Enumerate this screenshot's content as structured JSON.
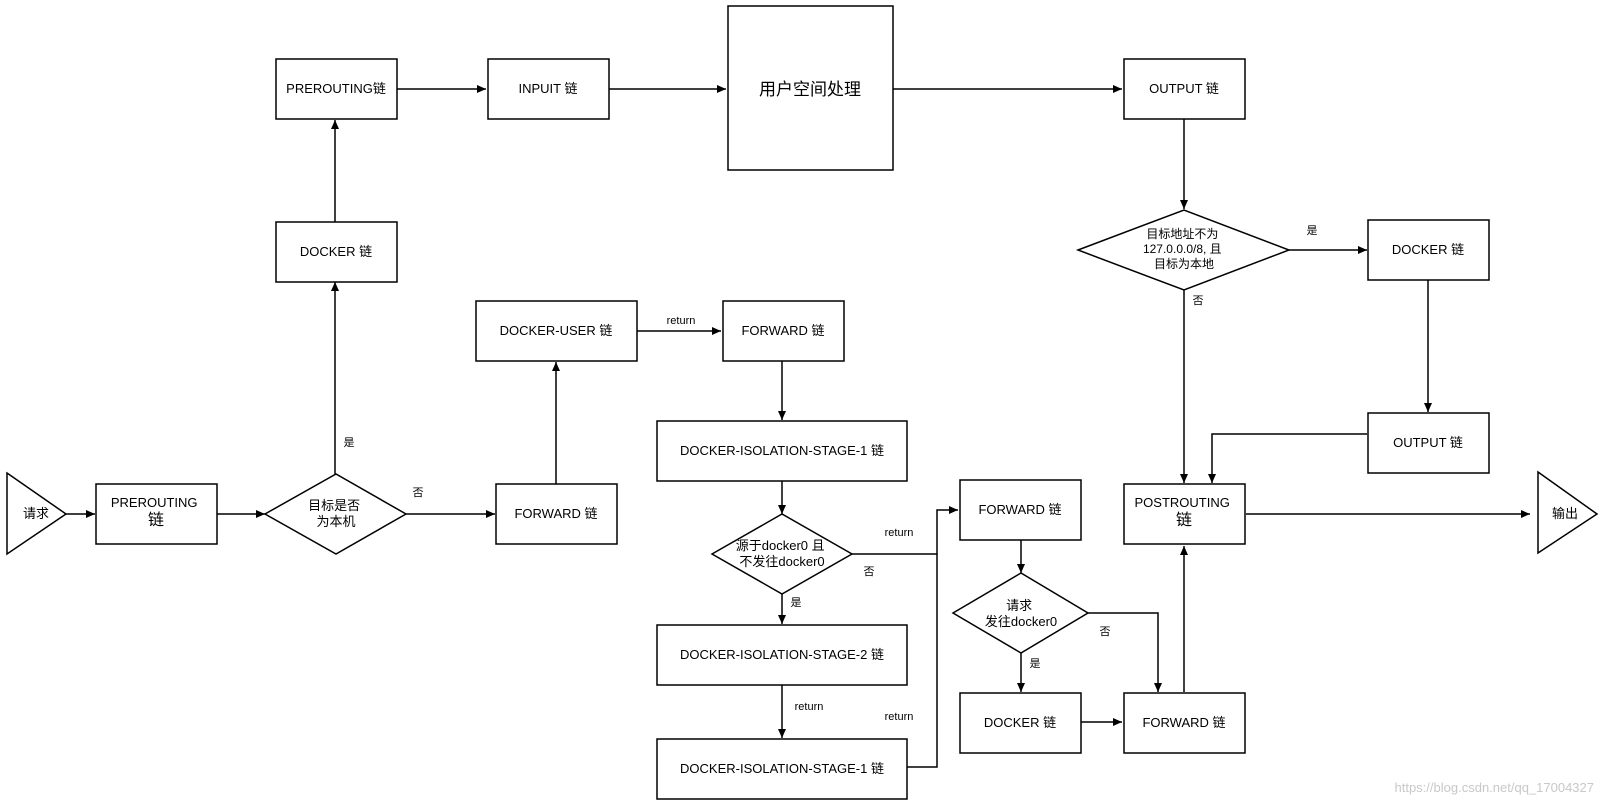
{
  "nodes": {
    "request": {
      "label": "请求"
    },
    "output_end": {
      "label": "输出"
    },
    "prerouting_bottom": {
      "label": [
        "PREROUTING",
        "链"
      ]
    },
    "decision_local": {
      "label": [
        "目标是否",
        "为本机"
      ]
    },
    "prerouting_top": {
      "label": "PREROUTING链"
    },
    "input_chain": {
      "label": "INPUIT 链"
    },
    "userspace": {
      "label": "用户空间处理"
    },
    "output_chain_top": {
      "label": "OUTPUT 链"
    },
    "docker_chain_left": {
      "label": "DOCKER 链"
    },
    "forward_chain_left": {
      "label": "FORWARD 链"
    },
    "docker_user_chain": {
      "label": "DOCKER-USER 链"
    },
    "forward_chain_mid": {
      "label": "FORWARD 链"
    },
    "isolation_stage1_a": {
      "label": "DOCKER-ISOLATION-STAGE-1 链"
    },
    "decision_docker0": {
      "label": [
        "源于docker0 且",
        "不发往docker0"
      ]
    },
    "isolation_stage2": {
      "label": "DOCKER-ISOLATION-STAGE-2 链"
    },
    "isolation_stage1_b": {
      "label": "DOCKER-ISOLATION-STAGE-1 链"
    },
    "forward_chain_right": {
      "label": "FORWARD 链"
    },
    "decision_request_docker0": {
      "label": [
        "请求",
        "发往docker0"
      ]
    },
    "docker_chain_bottom": {
      "label": "DOCKER 链"
    },
    "forward_chain_bottom": {
      "label": "FORWARD 链"
    },
    "decision_not_loopback": {
      "label": [
        "目标地址不为",
        "127.0.0.0/8, 且",
        "目标为本地"
      ]
    },
    "docker_chain_right": {
      "label": "DOCKER 链"
    },
    "output_chain_right": {
      "label": "OUTPUT 链"
    },
    "postrouting": {
      "label": [
        "POSTROUTING",
        "链"
      ]
    }
  },
  "edge_labels": {
    "local_yes": "是",
    "local_no": "否",
    "docker_user_return": "return",
    "docker0_yes": "是",
    "docker0_no": "否",
    "docker0_return": "return",
    "stage2_return": "return",
    "stage1b_return": "return",
    "req_docker0_yes": "是",
    "req_docker0_no": "否",
    "loopback_yes": "是",
    "loopback_no": "否"
  },
  "watermark": "https://blog.csdn.net/qq_17004327"
}
